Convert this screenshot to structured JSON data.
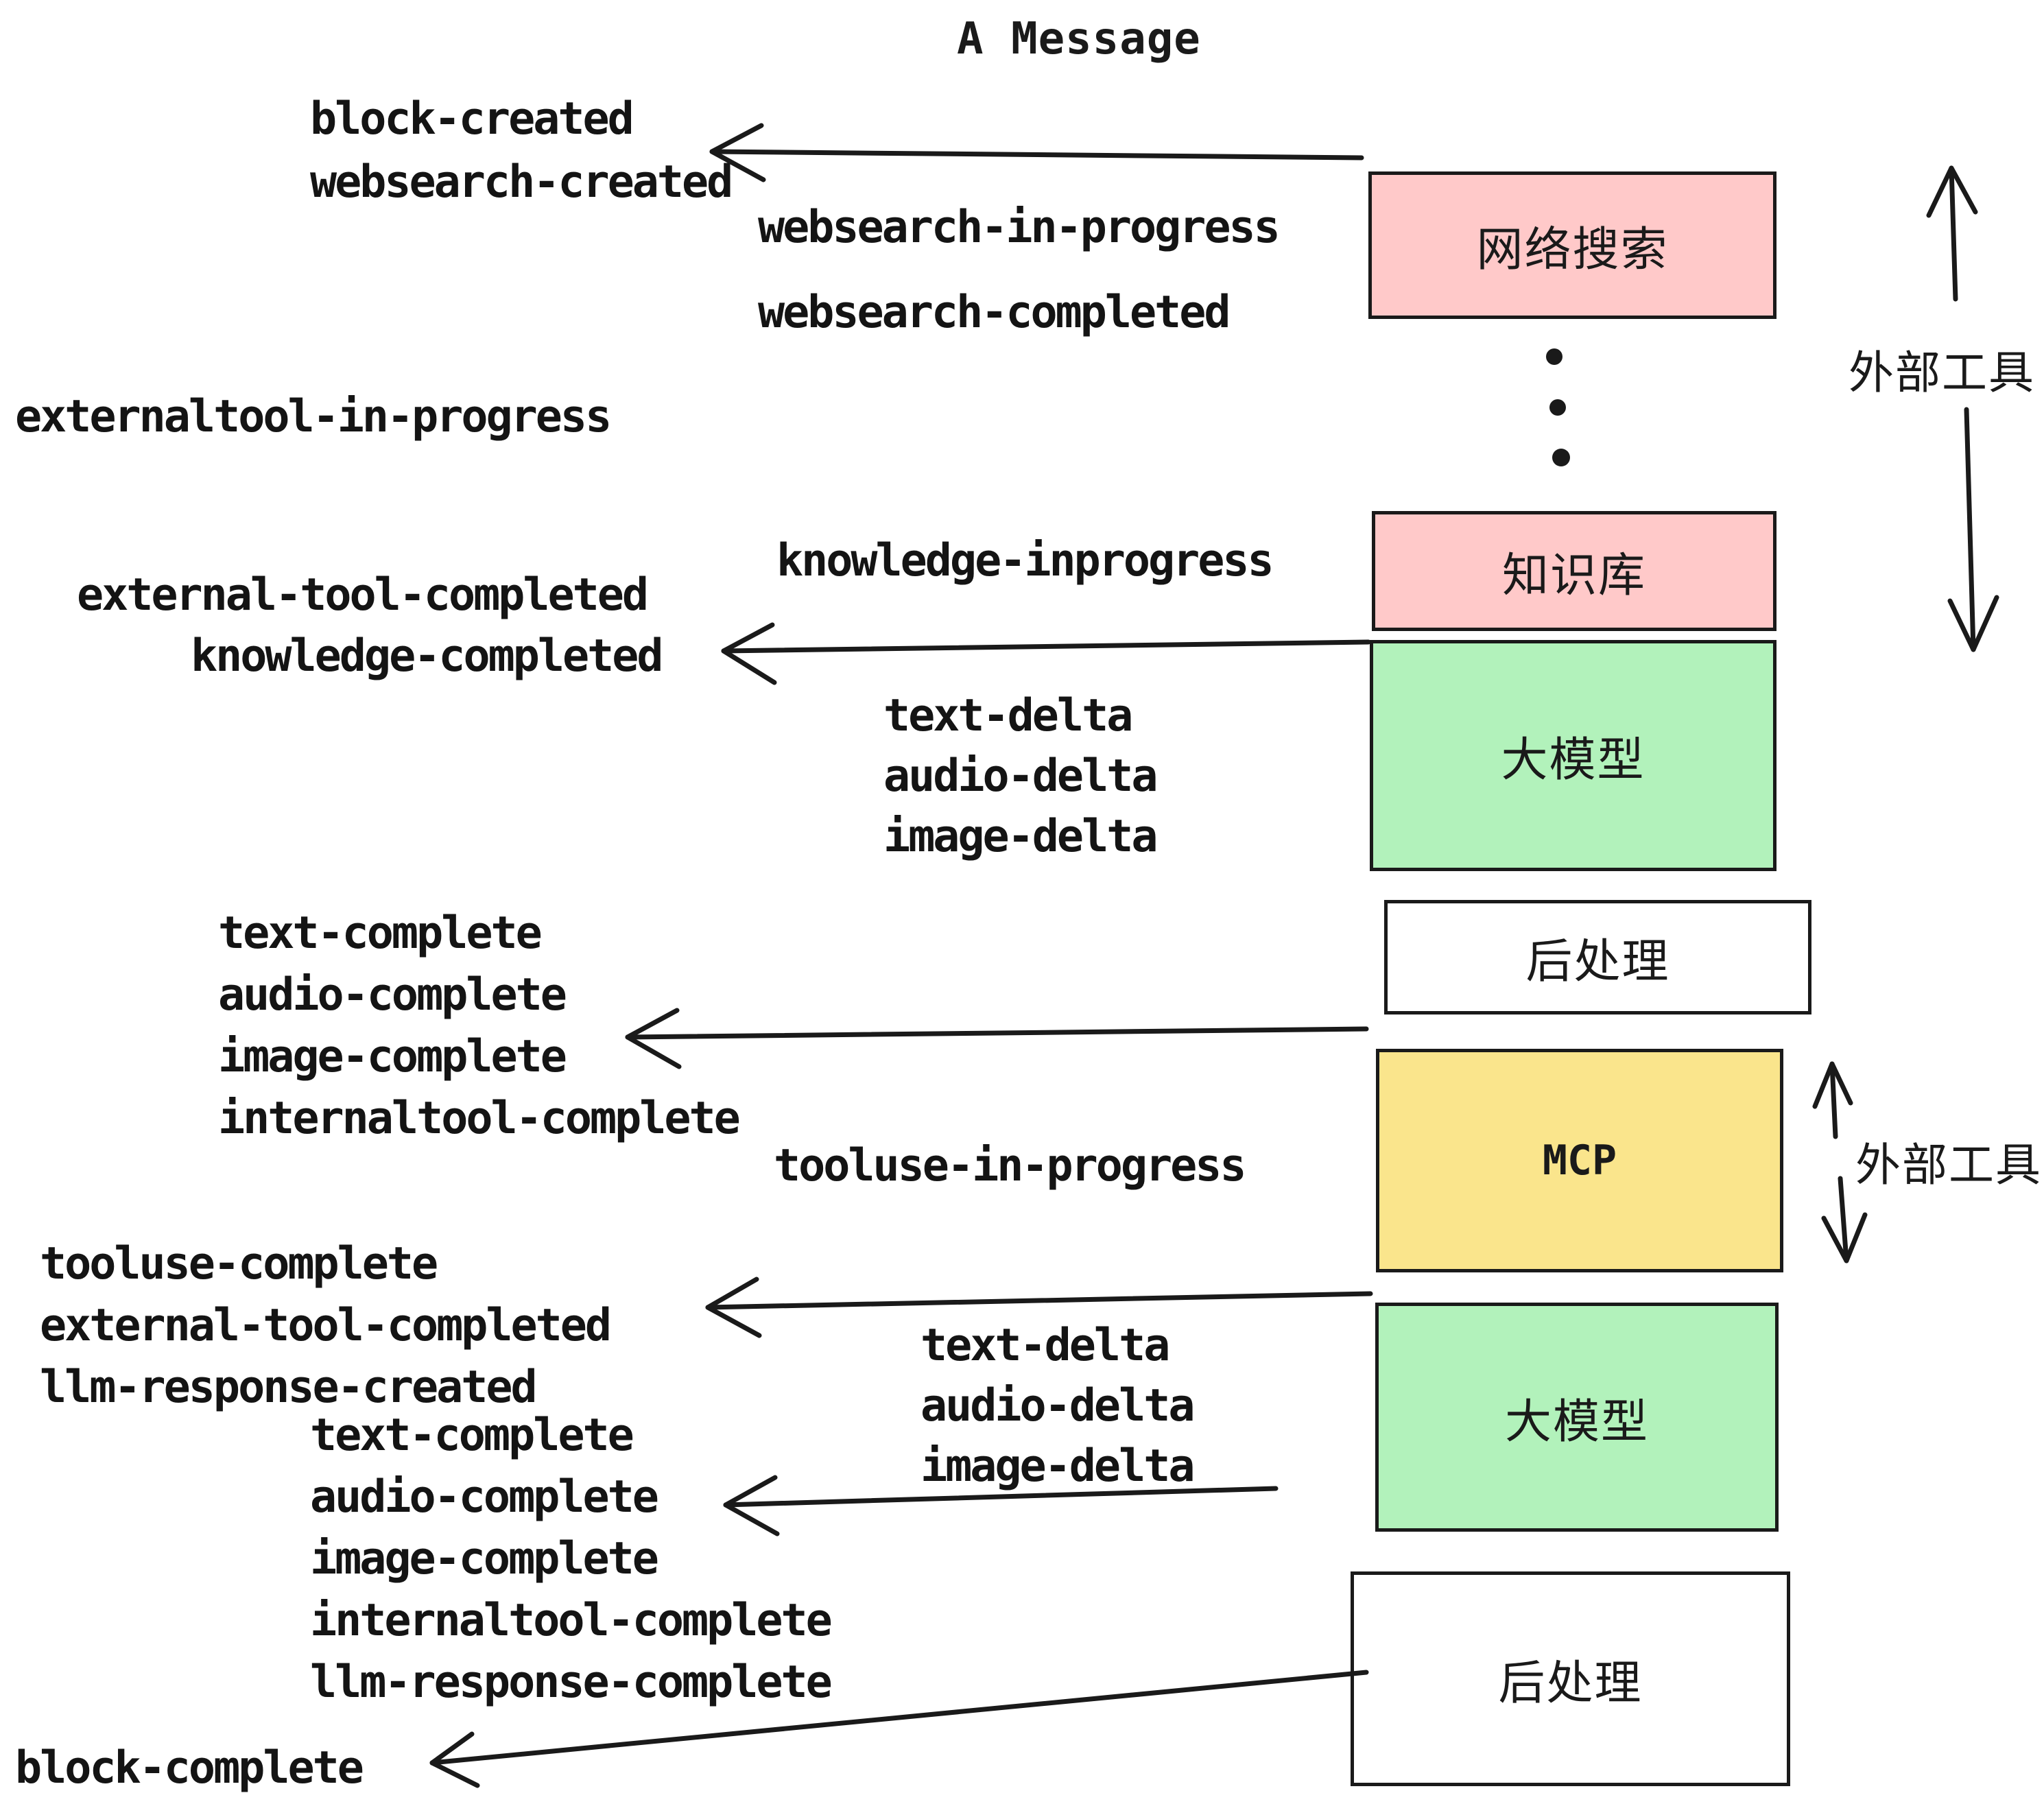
{
  "title": "A Message",
  "colors": {
    "pink": "#FFC9C9",
    "green": "#B2F2BB",
    "yellow": "#FAE58C",
    "white": "#FFFFFF",
    "line": "#1A1A1A",
    "text": "#141414"
  },
  "boxes": {
    "websearch": "网络搜索",
    "knowledge": "知识库",
    "llm1": "大模型",
    "post1": "后处理",
    "mcp": "MCP",
    "llm2": "大模型",
    "post2": "后处理"
  },
  "side_labels": {
    "external_tools_top": "外部工具",
    "external_tools_mcp": "外部工具"
  },
  "events": {
    "block_created": "block-created",
    "websearch_created": "websearch-created",
    "websearch_in_progress": "websearch-in-progress",
    "websearch_completed": "websearch-completed",
    "externaltool_in_progress": "externaltool-in-progress",
    "knowledge_inprogress": "knowledge-inprogress",
    "external_tool_completed": "external-tool-completed",
    "knowledge_completed": "knowledge-completed",
    "delta_group_1": [
      "text-delta",
      "audio-delta",
      "image-delta"
    ],
    "complete_group_1": [
      "text-complete",
      "audio-complete",
      "image-complete",
      "internaltool-complete"
    ],
    "tooluse_in_progress": "tooluse-in-progress",
    "after_mcp_group": [
      "tooluse-complete",
      "external-tool-completed",
      "llm-response-created"
    ],
    "delta_group_2": [
      "text-delta",
      "audio-delta",
      "image-delta"
    ],
    "complete_group_2": [
      "text-complete",
      "audio-complete",
      "image-complete",
      "internaltool-complete",
      "llm-response-complete"
    ],
    "block_complete": "block-complete"
  }
}
